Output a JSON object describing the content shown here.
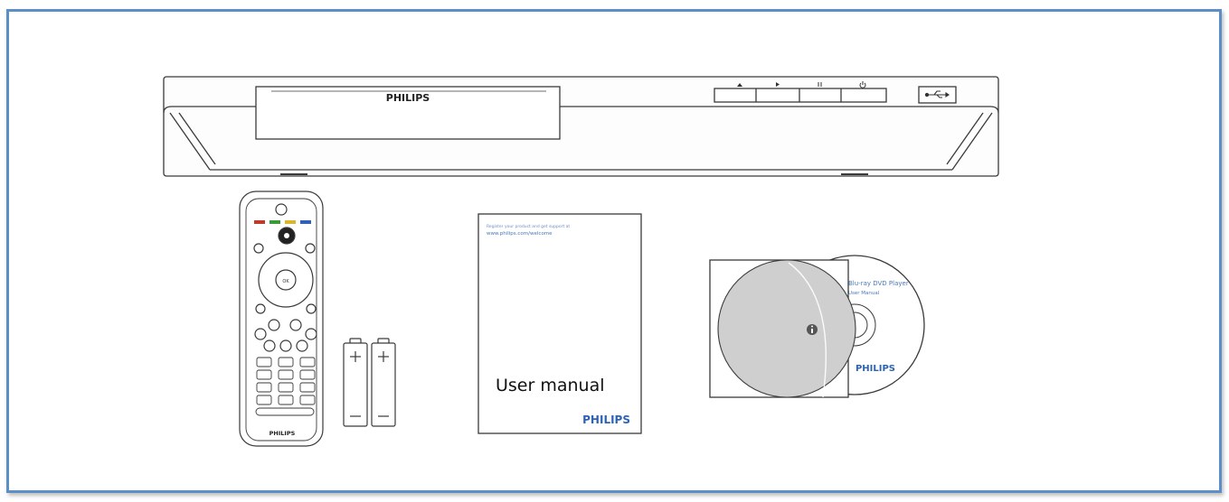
{
  "player": {
    "brand": "PHILIPS",
    "buttons": [
      "eject",
      "play",
      "pause",
      "power"
    ],
    "usb_icon": "usb-icon"
  },
  "remote": {
    "brand": "PHILIPS",
    "color_keys": [
      "#c0392b",
      "#3a9a3a",
      "#d9b62b",
      "#2f62b4"
    ],
    "center_label": "OK"
  },
  "manual": {
    "small_text_1": "Register your product and get support at",
    "small_text_2": "www.philips.com/welcome",
    "title": "User manual",
    "brand": "PHILIPS"
  },
  "disc": {
    "label_line_1": "Blu-ray DVD Player",
    "label_line_2": "User Manual",
    "brand": "PHILIPS",
    "info_icon": "info-icon"
  },
  "colors": {
    "frame": "#5b8fc7",
    "brand_blue": "#2e63b4",
    "line": "#3a3a3a"
  }
}
